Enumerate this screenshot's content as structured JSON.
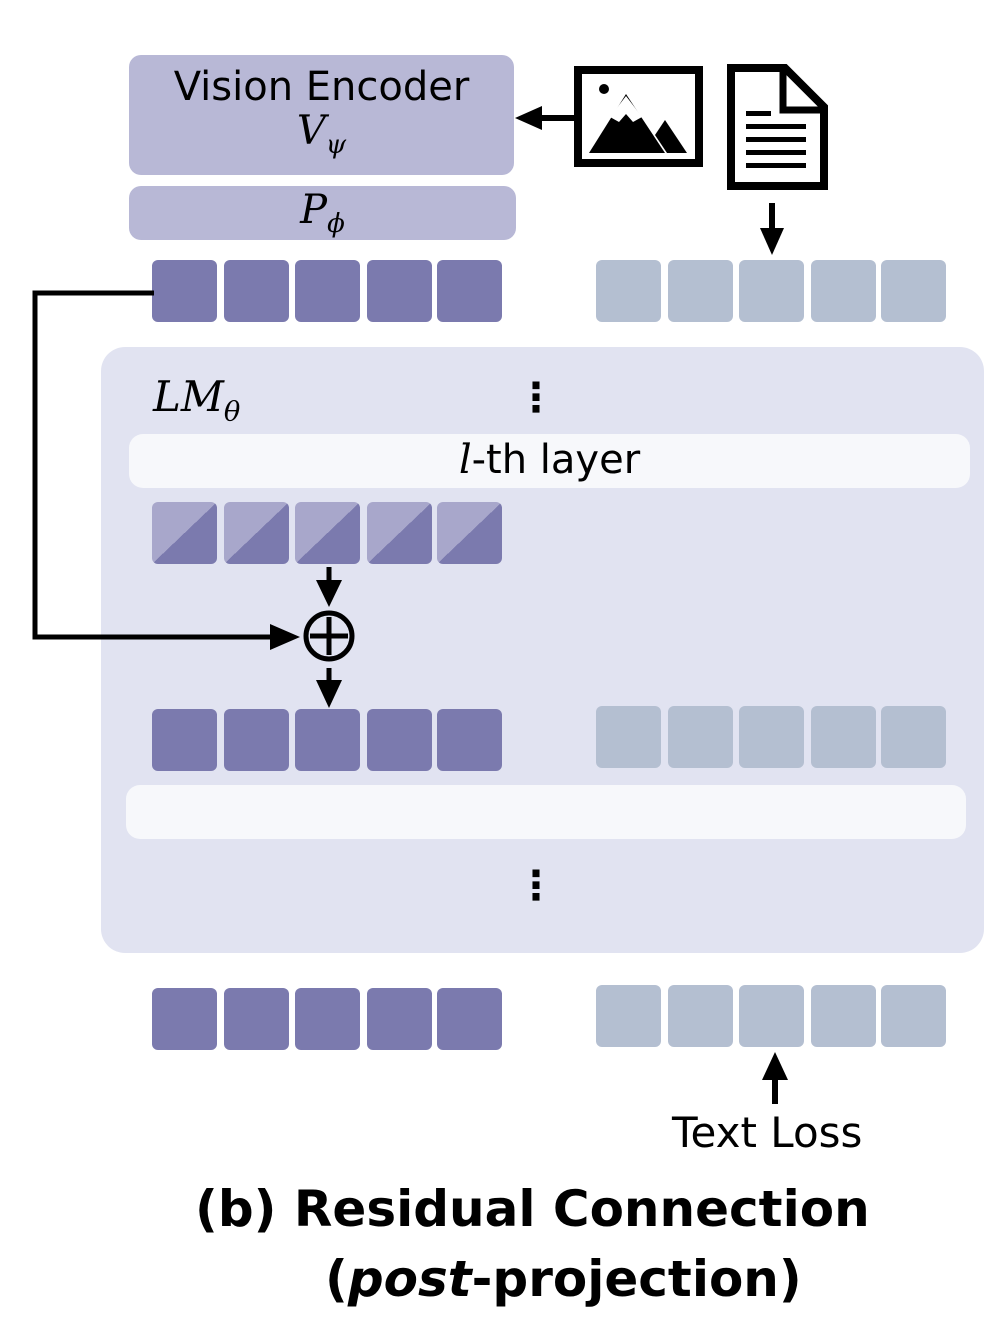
{
  "encoder": {
    "title": "Vision Encoder",
    "symbol": "V",
    "symbol_sub": "ψ"
  },
  "projector": {
    "symbol": "P",
    "symbol_sub": "ϕ"
  },
  "inputs": {
    "image_icon": "image-icon",
    "document_icon": "document-icon"
  },
  "lm": {
    "symbol": "LM",
    "symbol_sub": "θ",
    "layer_italic": "l",
    "layer_label": "-th layer",
    "dots": "⋮",
    "residual_op": "⊕"
  },
  "tokens": {
    "visual_count": 5,
    "text_count": 5
  },
  "loss_label": "Text Loss",
  "caption": {
    "line1": "(b) Residual Connection",
    "line2_open": "(",
    "line2_italic": "post",
    "line2_rest": "-projection)"
  },
  "colors": {
    "visual_token": "#7b7aae",
    "visual_token_light": "#a8a7cb",
    "text_token": "#b4bfd1",
    "encoder_box": "#b8b8d6",
    "lm_panel": "#e1e3f1",
    "layer_bar": "#f7f8fb"
  }
}
